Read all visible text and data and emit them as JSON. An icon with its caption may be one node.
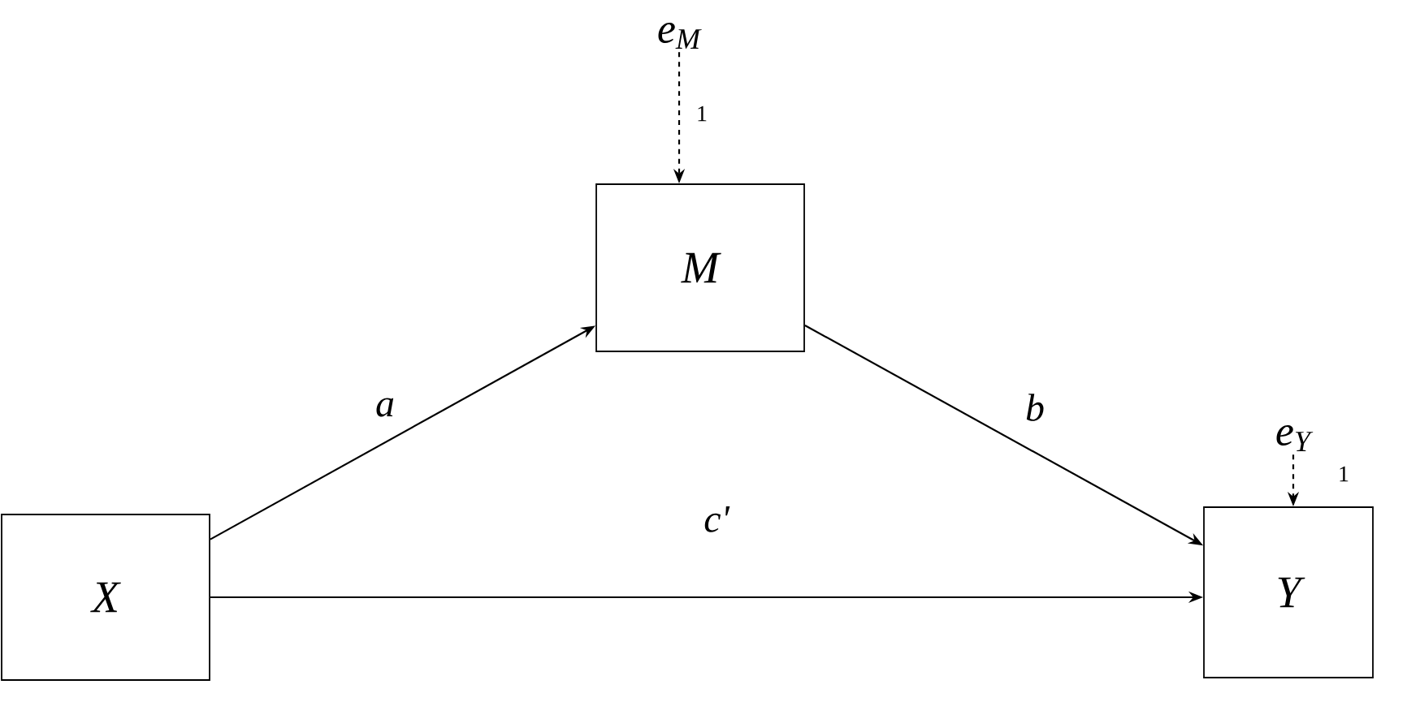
{
  "diagram": {
    "nodes": [
      {
        "text": [
          "X"
        ]
      },
      {
        "text": [
          "M"
        ]
      },
      {
        "text": [
          "Y"
        ]
      },
      {
        "text": [
          "e$_{M}$"
        ]
      },
      {
        "text": [
          "e$_{Y}$"
        ]
      }
    ],
    "edges": [
      {
        "from": 0,
        "to": 1,
        "arrow": "to",
        "label": "a"
      },
      {
        "from": 1,
        "to": 2,
        "arrow": "to",
        "label": "b"
      },
      {
        "from": 0,
        "to": 2,
        "arrow": "to",
        "label": "c'"
      },
      {
        "from": 3,
        "to": 1,
        "arrow": "to",
        "label": "1",
        "style": "dashed"
      },
      {
        "from": 4,
        "to": 2,
        "arrow": "to",
        "label": "1",
        "style": "dashed"
      }
    ]
  }
}
